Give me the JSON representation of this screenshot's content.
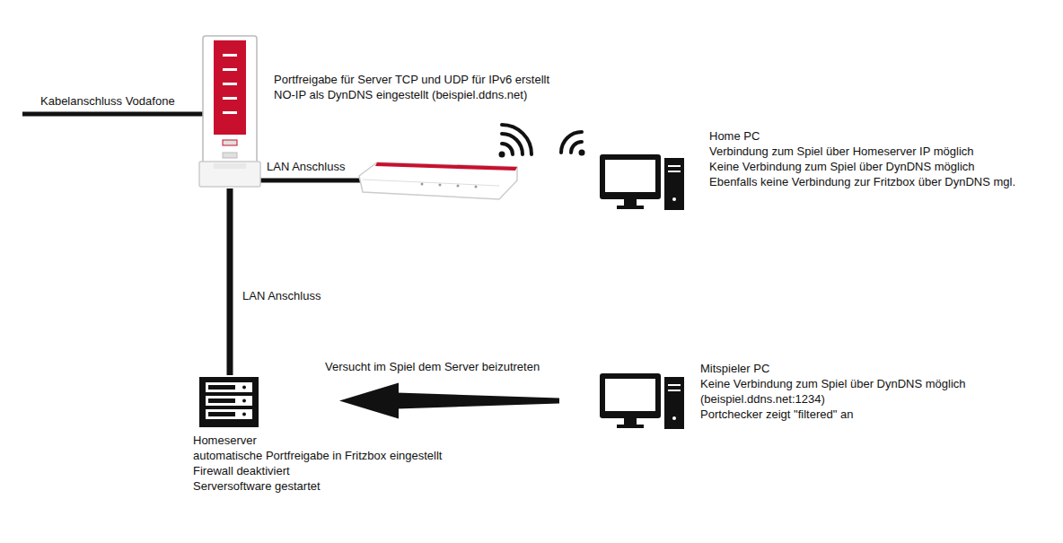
{
  "diagram": {
    "nodes": [
      {
        "text": [
          "Portfreigabe für Server TCP und UDP für IPv6 erstellt",
          "NO-IP als DynDNS eingestellt (beispiel.ddns.net)"
        ]
      },
      {
        "text": [
          "Home PC",
          "Verbindung zum Spiel über Homeserver IP möglich",
          "Keine Verbindung zum Spiel über DynDNS möglich",
          "Ebenfalls keine Verbindung zur Fritzbox über DynDNS mgl."
        ]
      },
      {
        "text": [
          "Homeserver",
          "automatische Portfreigabe in Fritzbox eingestellt",
          "Firewall deaktiviert",
          "Serversoftware gestartet"
        ]
      },
      {
        "text": [
          "Mitspieler PC",
          "Keine Verbindung zum Spiel über DynDNS möglich",
          "(beispiel.ddns.net:1234)",
          "Portchecker zeigt \"filtered\" an"
        ]
      }
    ],
    "edges": [
      {
        "from": 0,
        "to": 2,
        "label": "LAN Anschluss",
        "arrow": "none"
      },
      {
        "from": 3,
        "to": 2,
        "label": "Versucht im Spiel dem Server beizutreten",
        "arrow": "to"
      }
    ],
    "labels": [
      "Kabelanschluss Vodafone",
      "LAN Anschluss"
    ]
  }
}
